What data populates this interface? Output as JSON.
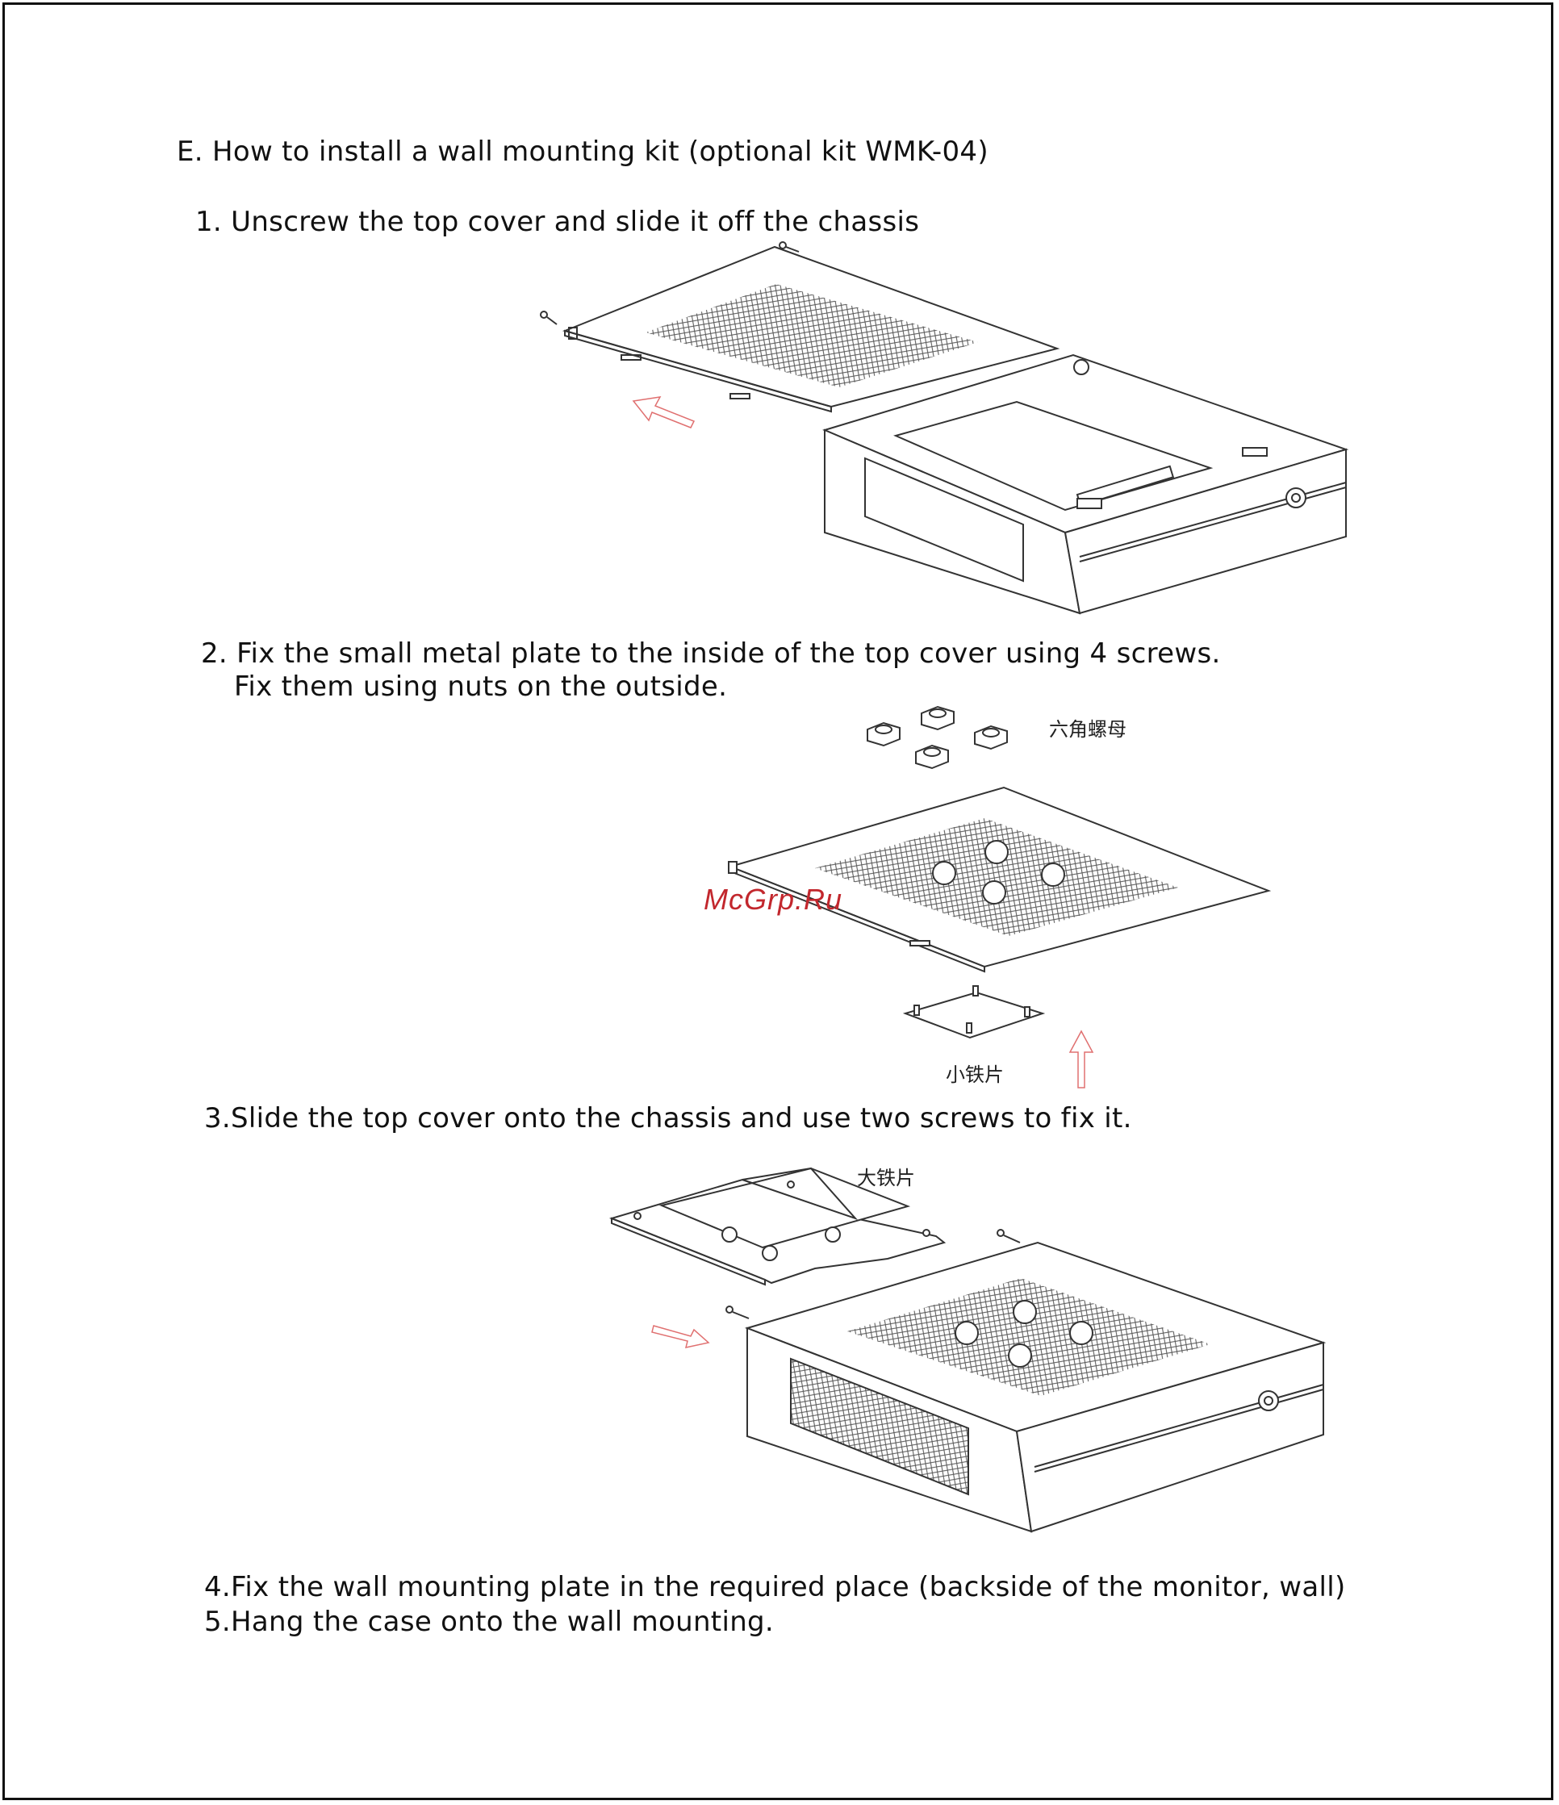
{
  "heading": "E. How to install a wall mounting kit (optional kit WMK-04)",
  "steps": {
    "step1": "1. Unscrew the top cover and slide it off the chassis",
    "step2_line1": "2. Fix the small metal plate to the inside of the top cover using 4 screws.",
    "step2_line2": "Fix them using nuts on the outside.",
    "step3": "3.Slide the top cover onto the chassis and use two screws to fix it.",
    "step4": "4.Fix the wall mounting plate in the required place (backside of the monitor, wall)",
    "step5": "5.Hang the case onto the wall mounting."
  },
  "labels": {
    "hex_nut": "六角螺母",
    "small_plate": "小铁片",
    "large_plate": "大铁片"
  },
  "watermark": "McGrp.Ru",
  "colors": {
    "line": "#333333",
    "arrow": "#e07070",
    "watermark": "#c2272d"
  }
}
